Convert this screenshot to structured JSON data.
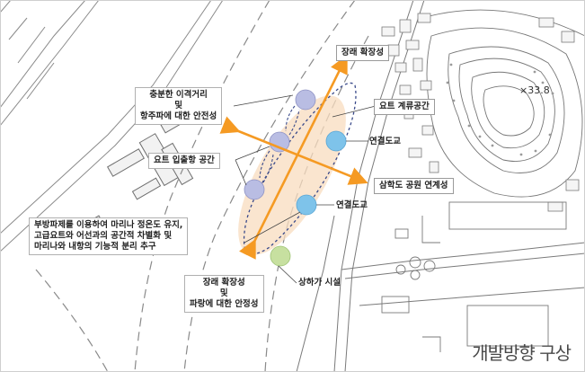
{
  "labels": {
    "future_expansion_top": "장래 확장성",
    "yacht_mooring": "요트 계류공간",
    "clearance_line1": "충분한 이격거리",
    "clearance_line2": "및",
    "clearance_line3": "항주파에 대한 안전성",
    "connection_bridge_1": "연결도교",
    "connection_bridge_2": "연결도교",
    "yacht_entry_space": "요트 입출항 공간",
    "park_connection": "삼학도 공원 연계성",
    "strategy_line1": "부방파제를 이용하여 마리나 정온도 유지,",
    "strategy_line2": "고급요트와 어선과의 공간적 차별화 및",
    "strategy_line3": "마리나와 내항의 기능적 분리 추구",
    "future_expansion_bottom_line1": "장래 확장성",
    "future_expansion_bottom_line2": "및",
    "future_expansion_bottom_line3": "파랑에 대한 안정성",
    "loading_facility": "상하가 시설",
    "spot_height": "×33.8"
  },
  "caption": "개발방향 구상",
  "colors": {
    "arrow": "#f59a23",
    "marina_fill": "#f8dcbf",
    "circle_purple": "#b9bde3",
    "circle_blue": "#7ec3ea",
    "circle_green": "#c7e0a0",
    "map_line": "#7a7a7a",
    "dashed_outline": "#3a4a8a"
  }
}
